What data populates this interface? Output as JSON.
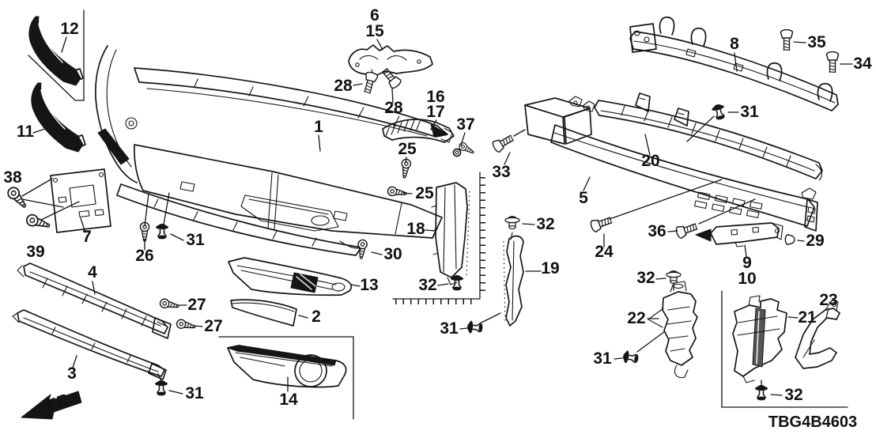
{
  "diagram": {
    "code": "TBG4B4603",
    "fr_label": "FR.",
    "line_color": "#151515",
    "background": "#ffffff",
    "description_labels_visible": "part callout numbers only"
  },
  "callouts": [
    {
      "text": "12"
    },
    {
      "text": "11"
    },
    {
      "text": "38"
    },
    {
      "text": "39"
    },
    {
      "text": "7"
    },
    {
      "text": "26"
    },
    {
      "text": "31"
    },
    {
      "text": "4"
    },
    {
      "text": "27"
    },
    {
      "text": "27"
    },
    {
      "text": "3"
    },
    {
      "text": "31"
    },
    {
      "text": "6"
    },
    {
      "text": "15"
    },
    {
      "text": "28"
    },
    {
      "text": "28"
    },
    {
      "text": "16"
    },
    {
      "text": "17"
    },
    {
      "text": "37"
    },
    {
      "text": "1"
    },
    {
      "text": "25"
    },
    {
      "text": "25"
    },
    {
      "text": "30"
    },
    {
      "text": "13"
    },
    {
      "text": "2"
    },
    {
      "text": "18"
    },
    {
      "text": "32"
    },
    {
      "text": "32"
    },
    {
      "text": "19"
    },
    {
      "text": "31"
    },
    {
      "text": "14"
    },
    {
      "text": "8"
    },
    {
      "text": "35"
    },
    {
      "text": "34"
    },
    {
      "text": "31"
    },
    {
      "text": "20"
    },
    {
      "text": "33"
    },
    {
      "text": "5"
    },
    {
      "text": "36"
    },
    {
      "text": "24"
    },
    {
      "text": "9"
    },
    {
      "text": "10"
    },
    {
      "text": "29"
    },
    {
      "text": "32"
    },
    {
      "text": "22"
    },
    {
      "text": "31"
    },
    {
      "text": "21"
    },
    {
      "text": "23"
    },
    {
      "text": "32"
    }
  ]
}
